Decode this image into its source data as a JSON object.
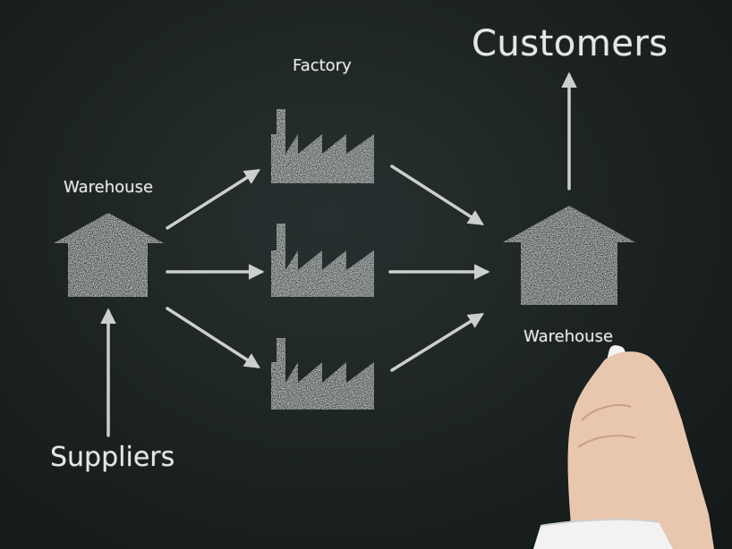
{
  "diagram": {
    "labels": {
      "factory": "Factory",
      "customers": "Customers",
      "warehouse_left": "Warehouse",
      "warehouse_right": "Warehouse",
      "suppliers": "Suppliers"
    },
    "colors": {
      "board": "#1c2222",
      "chalk": "#dfe2df",
      "skin": "#e9c6ae",
      "sleeve": "#f2f2f2"
    },
    "icons": [
      "warehouse-icon",
      "factory-icon",
      "arrow-icon",
      "hand-with-chalk"
    ]
  }
}
